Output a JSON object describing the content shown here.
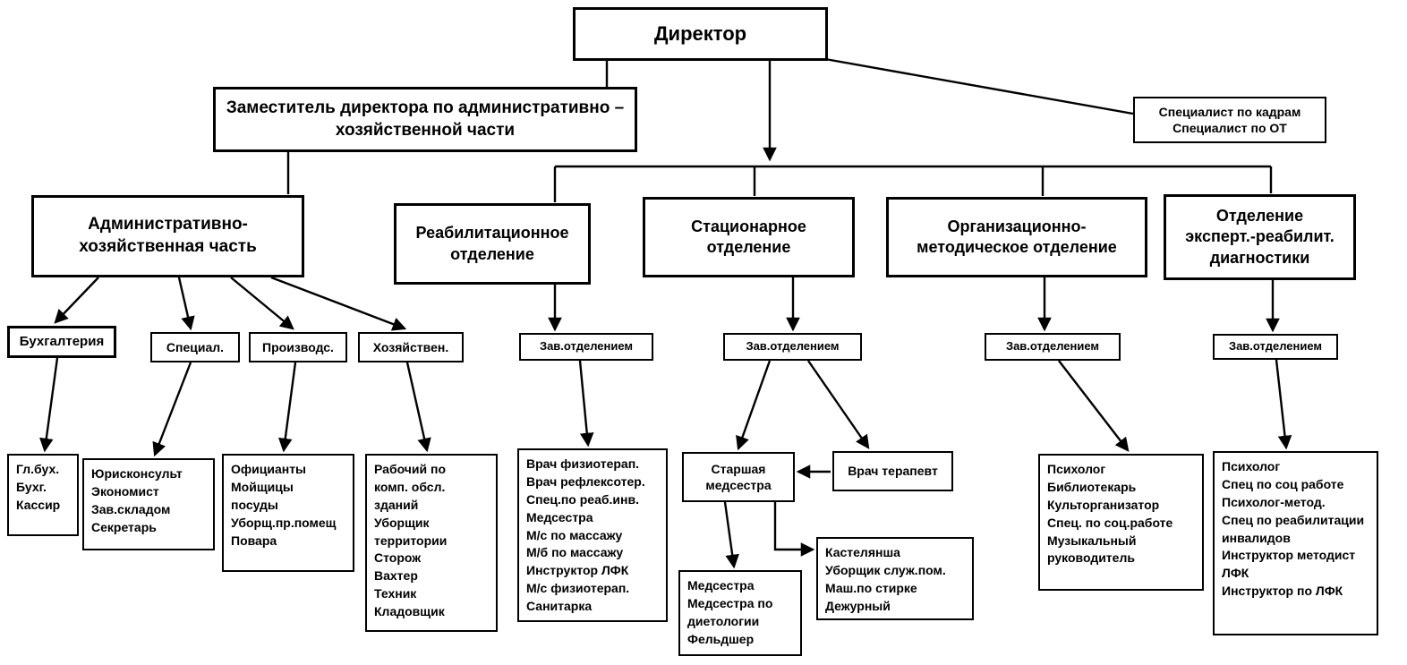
{
  "nodes": {
    "director": "Директор",
    "deputy_admin": "Заместитель директора по административно –\nхозяйственной части",
    "hr_specialists": "Специалист по кадрам\nСпециалист по ОТ",
    "admin_household_part": "Административно-\nхозяйственная часть",
    "rehab_department": "Реабилитационное\nотделение",
    "inpatient_department": "Стационарное\nотделение",
    "org_method_department": "Организационно-\nметодическое отделение",
    "expert_rehab_department": "Отделение\nэксперт.-реабилит.\nдиагностики",
    "accounting": "Бухгалтерия",
    "specialists": "Специал.",
    "production": "Производс.",
    "household": "Хозяйствен.",
    "head_rehab": "Зав.отделением",
    "head_inpatient": "Зав.отделением",
    "head_org_method": "Зав.отделением",
    "head_expert": "Зав.отделением",
    "accounting_staff": "Гл.бух.\nБухг.\nКассир",
    "specialists_staff": "Юрисконсульт\nЭкономист\nЗав.складом\nСекретарь",
    "production_staff": "Официанты\nМойщицы\nпосуды\nУборщ.пр.помещ\nПовара",
    "household_staff": "Рабочий по\nкомп. обсл.\nзданий\nУборщик\nтерритории\nСторож\nВахтер\nТехник\nКладовщик",
    "rehab_staff": "Врач физиотерап.\nВрач рефлексотер.\nСпец.по реаб.инв.\nМедсестра\nМ/с по массажу\nМ/б по массажу\nИнструктор ЛФК\nМ/с физиотерап.\nСанитарка",
    "senior_nurse": "Старшая\nмедсестра",
    "therapist": "Врач терапевт",
    "nurse_staff": "Медсестра\nМедсестра по\nдиетологии\nФельдшер",
    "housekeeping_staff": "Кастелянша\nУборщик служ.пом.\nМаш.по стирке\nДежурный",
    "org_method_staff": "Психолог\nБиблиотекарь\nКульторганизатор\nСпец. по соц.работе\nМузыкальный\nруководитель",
    "expert_staff": "Психолог\nСпец по соц работе\nПсихолог-метод.\nСпец по реабилитации\nинвалидов\nИнструктор методист\nЛФК\nИнструктор по ЛФК"
  },
  "edges": [
    {
      "from": "director",
      "to": "deputy_admin"
    },
    {
      "from": "director",
      "to": "hr_specialists"
    },
    {
      "from": "director",
      "to": "rehab_department"
    },
    {
      "from": "director",
      "to": "inpatient_department"
    },
    {
      "from": "director",
      "to": "org_method_department"
    },
    {
      "from": "director",
      "to": "expert_rehab_department"
    },
    {
      "from": "deputy_admin",
      "to": "admin_household_part"
    },
    {
      "from": "admin_household_part",
      "to": "accounting"
    },
    {
      "from": "admin_household_part",
      "to": "specialists"
    },
    {
      "from": "admin_household_part",
      "to": "production"
    },
    {
      "from": "admin_household_part",
      "to": "household"
    },
    {
      "from": "accounting",
      "to": "accounting_staff"
    },
    {
      "from": "specialists",
      "to": "specialists_staff"
    },
    {
      "from": "production",
      "to": "production_staff"
    },
    {
      "from": "household",
      "to": "household_staff"
    },
    {
      "from": "rehab_department",
      "to": "head_rehab"
    },
    {
      "from": "head_rehab",
      "to": "rehab_staff"
    },
    {
      "from": "inpatient_department",
      "to": "head_inpatient"
    },
    {
      "from": "head_inpatient",
      "to": "senior_nurse"
    },
    {
      "from": "head_inpatient",
      "to": "therapist"
    },
    {
      "from": "therapist",
      "to": "senior_nurse"
    },
    {
      "from": "senior_nurse",
      "to": "nurse_staff"
    },
    {
      "from": "senior_nurse",
      "to": "housekeeping_staff"
    },
    {
      "from": "org_method_department",
      "to": "head_org_method"
    },
    {
      "from": "head_org_method",
      "to": "org_method_staff"
    },
    {
      "from": "expert_rehab_department",
      "to": "head_expert"
    },
    {
      "from": "head_expert",
      "to": "expert_staff"
    }
  ],
  "colors": {
    "line": "#000000",
    "border": "#000000",
    "background": "#ffffff",
    "text": "#000000"
  }
}
